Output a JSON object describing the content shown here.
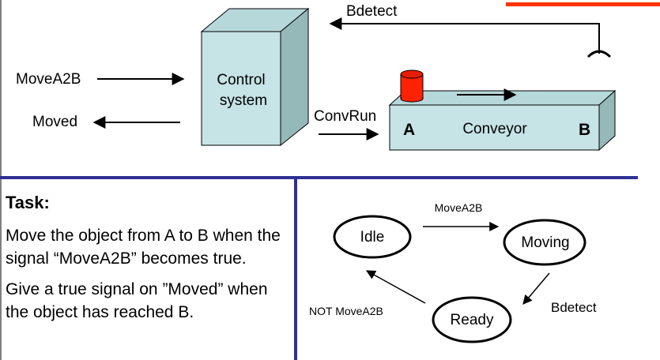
{
  "top": {
    "control_box_label_line1": "Control",
    "control_box_label_line2": "system",
    "signal_movea2b": "MoveA2B",
    "signal_moved": "Moved",
    "signal_convrun": "ConvRun",
    "signal_bdetect": "Bdetect",
    "conveyor_label": "Conveyor",
    "conveyor_end_a": "A",
    "conveyor_end_b": "B"
  },
  "task": {
    "title": "Task:",
    "paragraph1": "Move the object from A to B when the signal “MoveA2B” becomes true.",
    "paragraph2": "Give a true signal on ”Moved” when the object has reached B."
  },
  "state_machine": {
    "states": [
      "Idle",
      "Moving",
      "Ready"
    ],
    "transitions": [
      {
        "from": "Idle",
        "to": "Moving",
        "label": "MoveA2B"
      },
      {
        "from": "Moving",
        "to": "Ready",
        "label": "Bdetect"
      },
      {
        "from": "Ready",
        "to": "Idle",
        "label": "NOT MoveA2B"
      }
    ]
  },
  "colors": {
    "box_face": "#c6e3e6",
    "box_side": "#95b8b9",
    "box_top": "#b7d8da",
    "divider": "#2e3192",
    "sensor_bar": "#ff3300",
    "object": "#ff2200"
  }
}
